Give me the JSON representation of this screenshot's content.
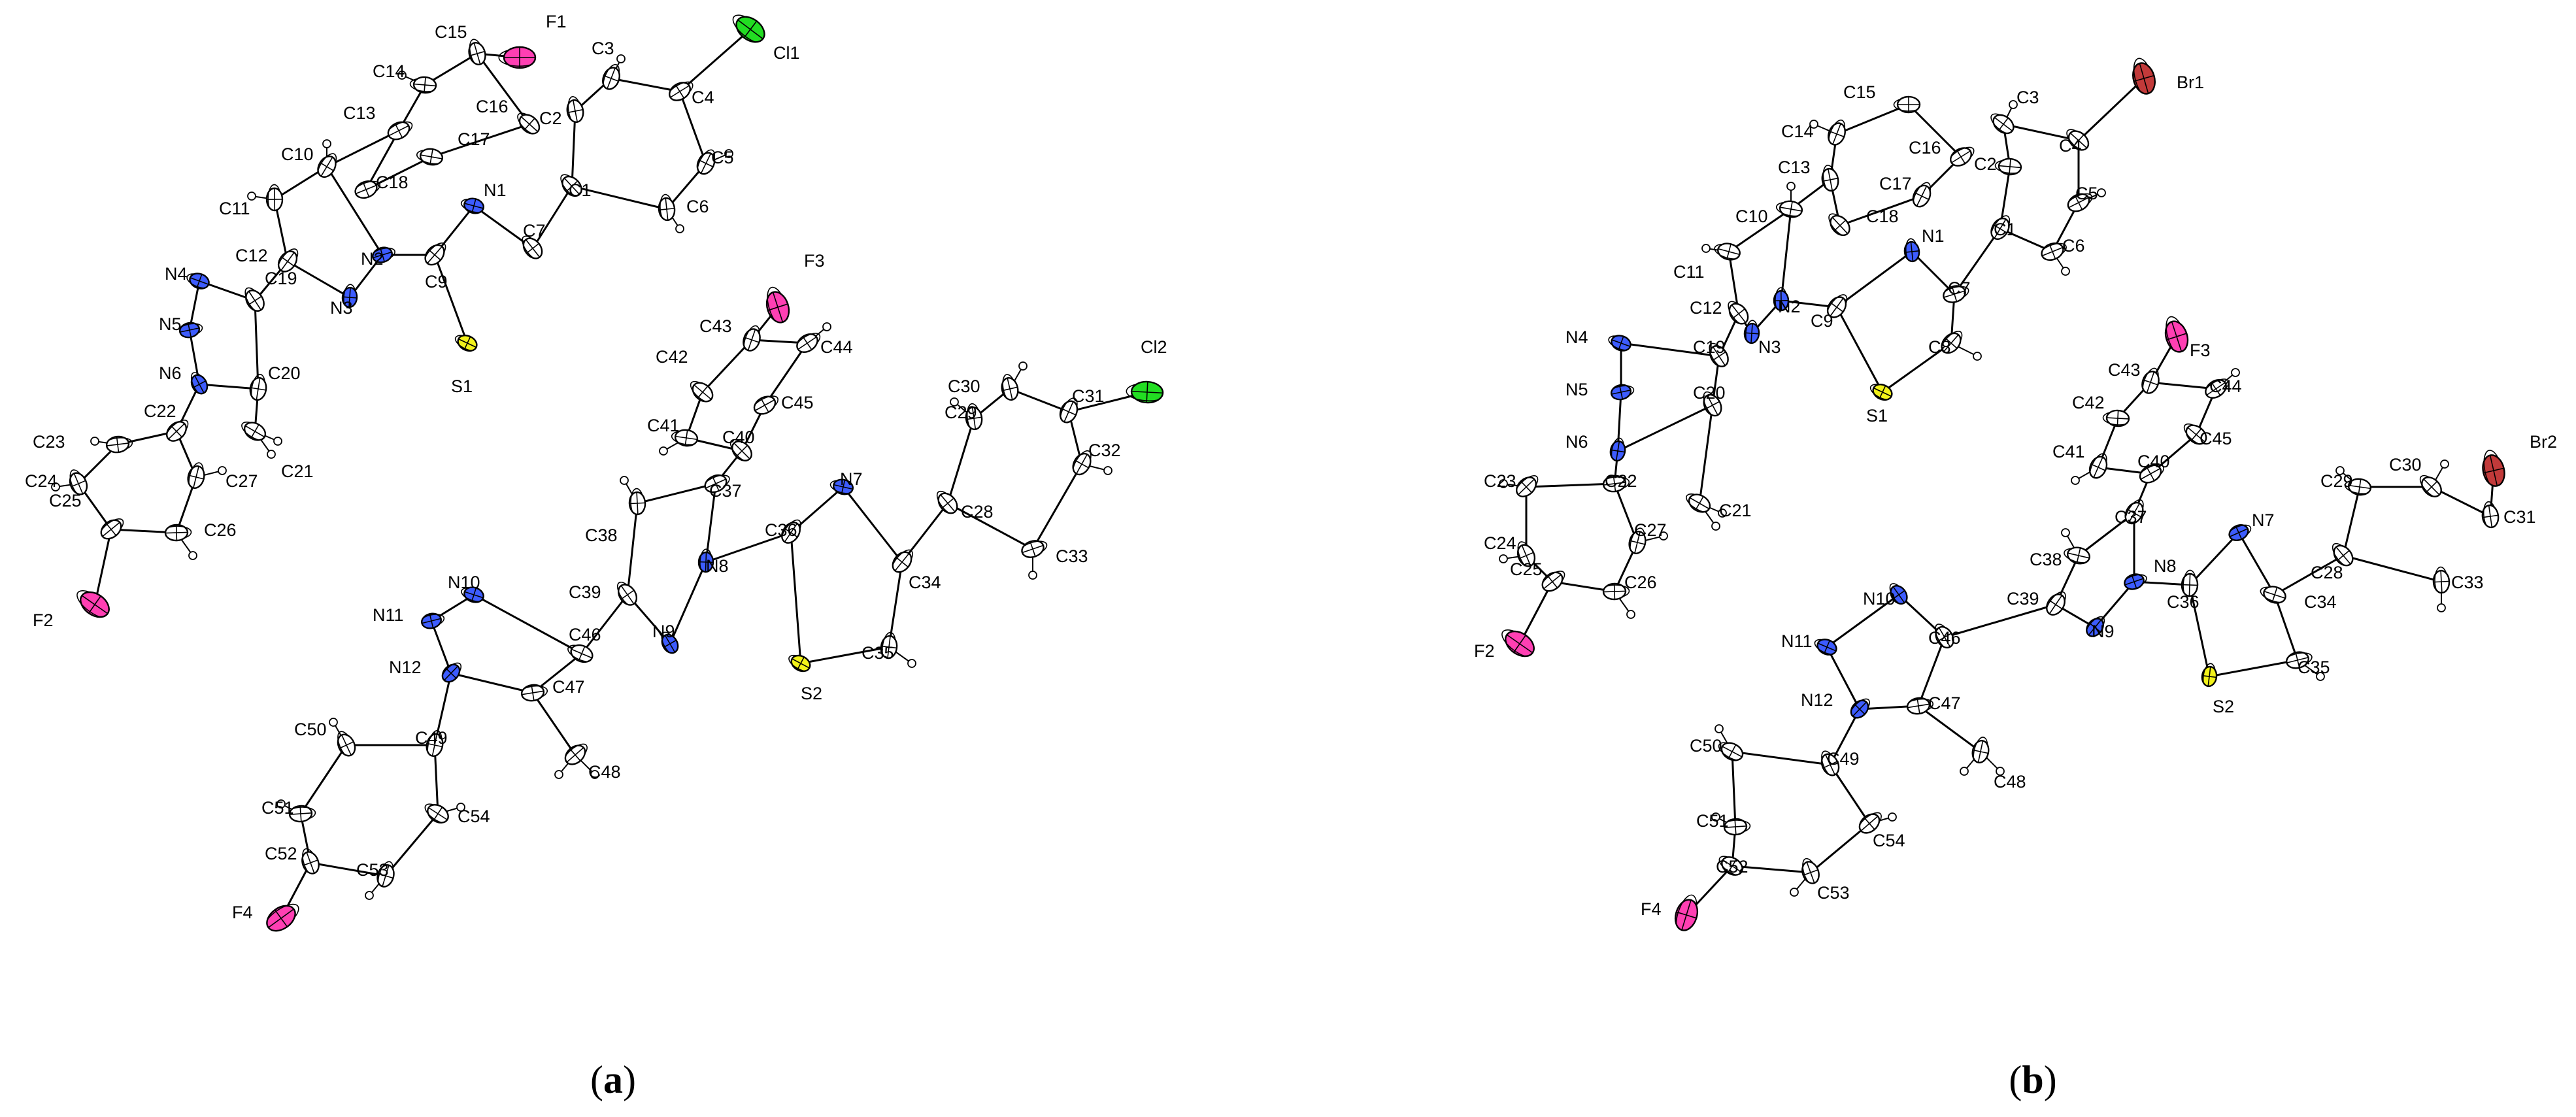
{
  "panels": [
    {
      "id": "a",
      "caption": {
        "open": "(",
        "letter": "a",
        "close": ")"
      },
      "atoms": [
        {
          "l": "F1",
          "e": "F"
        },
        {
          "l": "Cl1",
          "e": "Cl"
        },
        {
          "l": "C15",
          "e": "C"
        },
        {
          "l": "C3",
          "e": "C"
        },
        {
          "l": "C4",
          "e": "C"
        },
        {
          "l": "C14",
          "e": "C"
        },
        {
          "l": "C16",
          "e": "C"
        },
        {
          "l": "C2",
          "e": "C"
        },
        {
          "l": "C5",
          "e": "C"
        },
        {
          "l": "C13",
          "e": "C"
        },
        {
          "l": "C17",
          "e": "C"
        },
        {
          "l": "C1",
          "e": "C"
        },
        {
          "l": "C6",
          "e": "C"
        },
        {
          "l": "C10",
          "e": "C"
        },
        {
          "l": "C18",
          "e": "C"
        },
        {
          "l": "N1",
          "e": "N"
        },
        {
          "l": "C7",
          "e": "C"
        },
        {
          "l": "C11",
          "e": "C"
        },
        {
          "l": "C12",
          "e": "C"
        },
        {
          "l": "N2",
          "e": "N"
        },
        {
          "l": "N4",
          "e": "N"
        },
        {
          "l": "C19",
          "e": "C"
        },
        {
          "l": "N3",
          "e": "N"
        },
        {
          "l": "C9",
          "e": "C"
        },
        {
          "l": "N5",
          "e": "N"
        },
        {
          "l": "S1",
          "e": "S"
        },
        {
          "l": "N6",
          "e": "N"
        },
        {
          "l": "C20",
          "e": "C"
        },
        {
          "l": "C22",
          "e": "C"
        },
        {
          "l": "C23",
          "e": "C"
        },
        {
          "l": "C21",
          "e": "C"
        },
        {
          "l": "C24",
          "e": "C"
        },
        {
          "l": "C27",
          "e": "C"
        },
        {
          "l": "C25",
          "e": "C"
        },
        {
          "l": "C26",
          "e": "C"
        },
        {
          "l": "F2",
          "e": "F"
        },
        {
          "l": "F3",
          "e": "F"
        },
        {
          "l": "C43",
          "e": "C"
        },
        {
          "l": "C44",
          "e": "C"
        },
        {
          "l": "Cl2",
          "e": "Cl"
        },
        {
          "l": "C42",
          "e": "C"
        },
        {
          "l": "C30",
          "e": "C"
        },
        {
          "l": "C31",
          "e": "C"
        },
        {
          "l": "C45",
          "e": "C"
        },
        {
          "l": "C41",
          "e": "C"
        },
        {
          "l": "C40",
          "e": "C"
        },
        {
          "l": "C29",
          "e": "C"
        },
        {
          "l": "C32",
          "e": "C"
        },
        {
          "l": "C37",
          "e": "C"
        },
        {
          "l": "N7",
          "e": "N"
        },
        {
          "l": "C28",
          "e": "C"
        },
        {
          "l": "C38",
          "e": "C"
        },
        {
          "l": "C36",
          "e": "C"
        },
        {
          "l": "C33",
          "e": "C"
        },
        {
          "l": "N10",
          "e": "N"
        },
        {
          "l": "C39",
          "e": "C"
        },
        {
          "l": "N8",
          "e": "N"
        },
        {
          "l": "C34",
          "e": "C"
        },
        {
          "l": "N11",
          "e": "N"
        },
        {
          "l": "C46",
          "e": "C"
        },
        {
          "l": "N9",
          "e": "N"
        },
        {
          "l": "C35",
          "e": "C"
        },
        {
          "l": "N12",
          "e": "N"
        },
        {
          "l": "C47",
          "e": "C"
        },
        {
          "l": "S2",
          "e": "S"
        },
        {
          "l": "C50",
          "e": "C"
        },
        {
          "l": "C49",
          "e": "C"
        },
        {
          "l": "C48",
          "e": "C"
        },
        {
          "l": "C51",
          "e": "C"
        },
        {
          "l": "C54",
          "e": "C"
        },
        {
          "l": "C52",
          "e": "C"
        },
        {
          "l": "C53",
          "e": "C"
        },
        {
          "l": "F4",
          "e": "F"
        }
      ]
    },
    {
      "id": "b",
      "caption": {
        "open": "(",
        "letter": "b",
        "close": ")"
      },
      "atoms": [
        {
          "l": "C15",
          "e": "C"
        },
        {
          "l": "C3",
          "e": "C"
        },
        {
          "l": "Br1",
          "e": "Br"
        },
        {
          "l": "C14",
          "e": "C"
        },
        {
          "l": "C16",
          "e": "C"
        },
        {
          "l": "C2",
          "e": "C"
        },
        {
          "l": "C4",
          "e": "C"
        },
        {
          "l": "C13",
          "e": "C"
        },
        {
          "l": "C17",
          "e": "C"
        },
        {
          "l": "C5",
          "e": "C"
        },
        {
          "l": "C10",
          "e": "C"
        },
        {
          "l": "C18",
          "e": "C"
        },
        {
          "l": "N1",
          "e": "N"
        },
        {
          "l": "C1",
          "e": "C"
        },
        {
          "l": "C6",
          "e": "C"
        },
        {
          "l": "C11",
          "e": "C"
        },
        {
          "l": "C12",
          "e": "C"
        },
        {
          "l": "N2",
          "e": "N"
        },
        {
          "l": "C9",
          "e": "C"
        },
        {
          "l": "C7",
          "e": "C"
        },
        {
          "l": "N4",
          "e": "N"
        },
        {
          "l": "C19",
          "e": "C"
        },
        {
          "l": "N3",
          "e": "N"
        },
        {
          "l": "C8",
          "e": "C"
        },
        {
          "l": "N5",
          "e": "N"
        },
        {
          "l": "S1",
          "e": "S"
        },
        {
          "l": "C20",
          "e": "C"
        },
        {
          "l": "N6",
          "e": "N"
        },
        {
          "l": "C23",
          "e": "C"
        },
        {
          "l": "C22",
          "e": "C"
        },
        {
          "l": "C21",
          "e": "C"
        },
        {
          "l": "C24",
          "e": "C"
        },
        {
          "l": "C27",
          "e": "C"
        },
        {
          "l": "C25",
          "e": "C"
        },
        {
          "l": "C26",
          "e": "C"
        },
        {
          "l": "F2",
          "e": "F"
        },
        {
          "l": "F3",
          "e": "F"
        },
        {
          "l": "C43",
          "e": "C"
        },
        {
          "l": "C44",
          "e": "C"
        },
        {
          "l": "C42",
          "e": "C"
        },
        {
          "l": "C45",
          "e": "C"
        },
        {
          "l": "Br2",
          "e": "Br"
        },
        {
          "l": "C41",
          "e": "C"
        },
        {
          "l": "C40",
          "e": "C"
        },
        {
          "l": "C29",
          "e": "C"
        },
        {
          "l": "C30",
          "e": "C"
        },
        {
          "l": "C31",
          "e": "C"
        },
        {
          "l": "C37",
          "e": "C"
        },
        {
          "l": "N7",
          "e": "N"
        },
        {
          "l": "C38",
          "e": "C"
        },
        {
          "l": "C28",
          "e": "C"
        },
        {
          "l": "C33",
          "e": "C"
        },
        {
          "l": "C39",
          "e": "C"
        },
        {
          "l": "N8",
          "e": "N"
        },
        {
          "l": "C34",
          "e": "C"
        },
        {
          "l": "N10",
          "e": "N"
        },
        {
          "l": "C36",
          "e": "C"
        },
        {
          "l": "N9",
          "e": "N"
        },
        {
          "l": "C35",
          "e": "C"
        },
        {
          "l": "N11",
          "e": "N"
        },
        {
          "l": "C46",
          "e": "C"
        },
        {
          "l": "S2",
          "e": "S"
        },
        {
          "l": "N12",
          "e": "N"
        },
        {
          "l": "C47",
          "e": "C"
        },
        {
          "l": "C50",
          "e": "C"
        },
        {
          "l": "C49",
          "e": "C"
        },
        {
          "l": "C48",
          "e": "C"
        },
        {
          "l": "C54",
          "e": "C"
        },
        {
          "l": "C51",
          "e": "C"
        },
        {
          "l": "C52",
          "e": "C"
        },
        {
          "l": "C53",
          "e": "C"
        },
        {
          "l": "F4",
          "e": "F"
        }
      ]
    }
  ],
  "element_colors": {
    "C": "#ffffff",
    "N": "#3d5cff",
    "S": "#f2f21a",
    "F": "#ff3fb3",
    "Cl": "#22dd22",
    "Br": "#c23a3a"
  }
}
